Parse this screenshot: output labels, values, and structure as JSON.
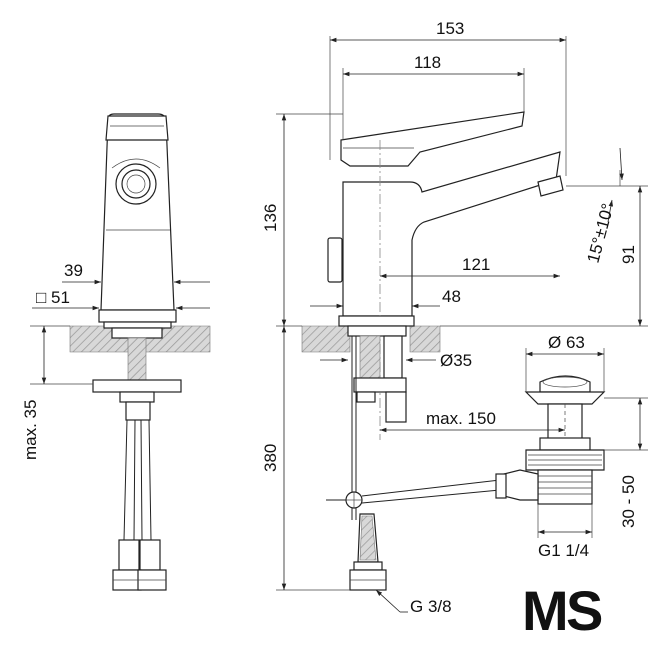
{
  "dimensions": {
    "overall_width": "153",
    "spout_reach_top": "118",
    "height_total": "136",
    "outlet_height": "91",
    "spout_angle": "15°±10°",
    "spout_length": "121",
    "body_depth": "48",
    "side_width": "39",
    "base_square": "□ 51",
    "max_counter": "max. 35",
    "hose_length": "380",
    "hole_diameter": "Ø35",
    "waste_diameter": "Ø 63",
    "max_reach": "max. 150",
    "waste_range": "30 - 50",
    "waste_thread": "G1 1/4",
    "supply_thread": "G 3/8"
  },
  "logo": {
    "m": "M",
    "s": "S",
    "m_color": "#3cc63c",
    "s_color": "#1d6fd6"
  }
}
